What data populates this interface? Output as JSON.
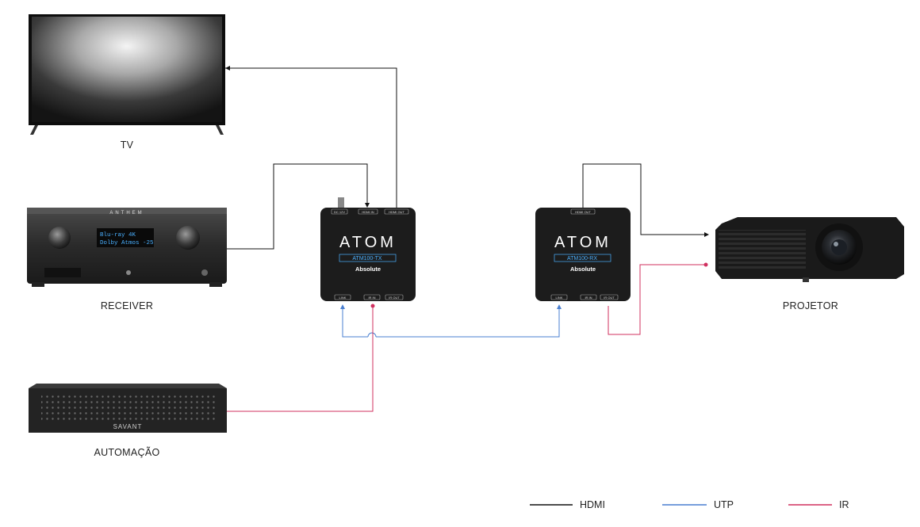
{
  "devices": {
    "tv": {
      "label": "TV"
    },
    "receiver": {
      "label": "RECEIVER",
      "brand": "ANTHEM",
      "display_line1": "Blu-ray      4K",
      "display_line2": "Dolby Atmos  -25"
    },
    "automation": {
      "label": "AUTOMAÇÃO",
      "brand": "SAVANT"
    },
    "projector": {
      "label": "PROJETOR"
    },
    "transmitter": {
      "logo": "ATOM",
      "model": "ATM100-TX",
      "brand": "Absolute",
      "ports_top": [
        "DC 12V",
        "HDMI IN",
        "HDMI OUT"
      ],
      "ports_bottom": [
        "LINK",
        "IR IN",
        "IR OUT"
      ]
    },
    "receiver_unit": {
      "logo": "ATOM",
      "model": "ATM100-RX",
      "brand": "Absolute",
      "ports_top": [
        "HDMI OUT"
      ],
      "ports_bottom": [
        "LINK",
        "IR IN",
        "IR OUT"
      ]
    }
  },
  "legend": [
    {
      "label": "HDMI",
      "color": "#111111"
    },
    {
      "label": "UTP",
      "color": "#4a7fd0"
    },
    {
      "label": "IR",
      "color": "#d0305f"
    }
  ],
  "colors": {
    "hdmi": "#111111",
    "utp": "#4a7fd0",
    "ir": "#d0305f",
    "device_body": "#1c1c1c"
  }
}
